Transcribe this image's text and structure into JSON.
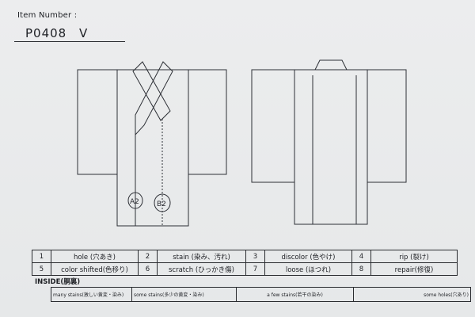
{
  "header": {
    "item_number_label": "Item Number :",
    "item_number": "P0408  V"
  },
  "marks": {
    "a": "A2",
    "b": "B2"
  },
  "damage_legend": [
    {
      "num": "1",
      "label": "hole (穴あき)"
    },
    {
      "num": "2",
      "label": "stain (染み、汚れ)"
    },
    {
      "num": "3",
      "label": "discolor (色やけ)"
    },
    {
      "num": "4",
      "label": "rip (裂け)"
    },
    {
      "num": "5",
      "label": "color shifted(色移り)"
    },
    {
      "num": "6",
      "label": "scratch (ひっかき傷)"
    },
    {
      "num": "7",
      "label": "loose (ほつれ)"
    },
    {
      "num": "8",
      "label": "repair(修復)"
    }
  ],
  "inside": {
    "label": "INSIDE(胴裏)",
    "options": [
      "many stains(激しい黄変・染み)",
      "some stains(多少の黄変・染み)",
      "a few stains(若干の染み)",
      "some holes(穴あり)"
    ]
  }
}
